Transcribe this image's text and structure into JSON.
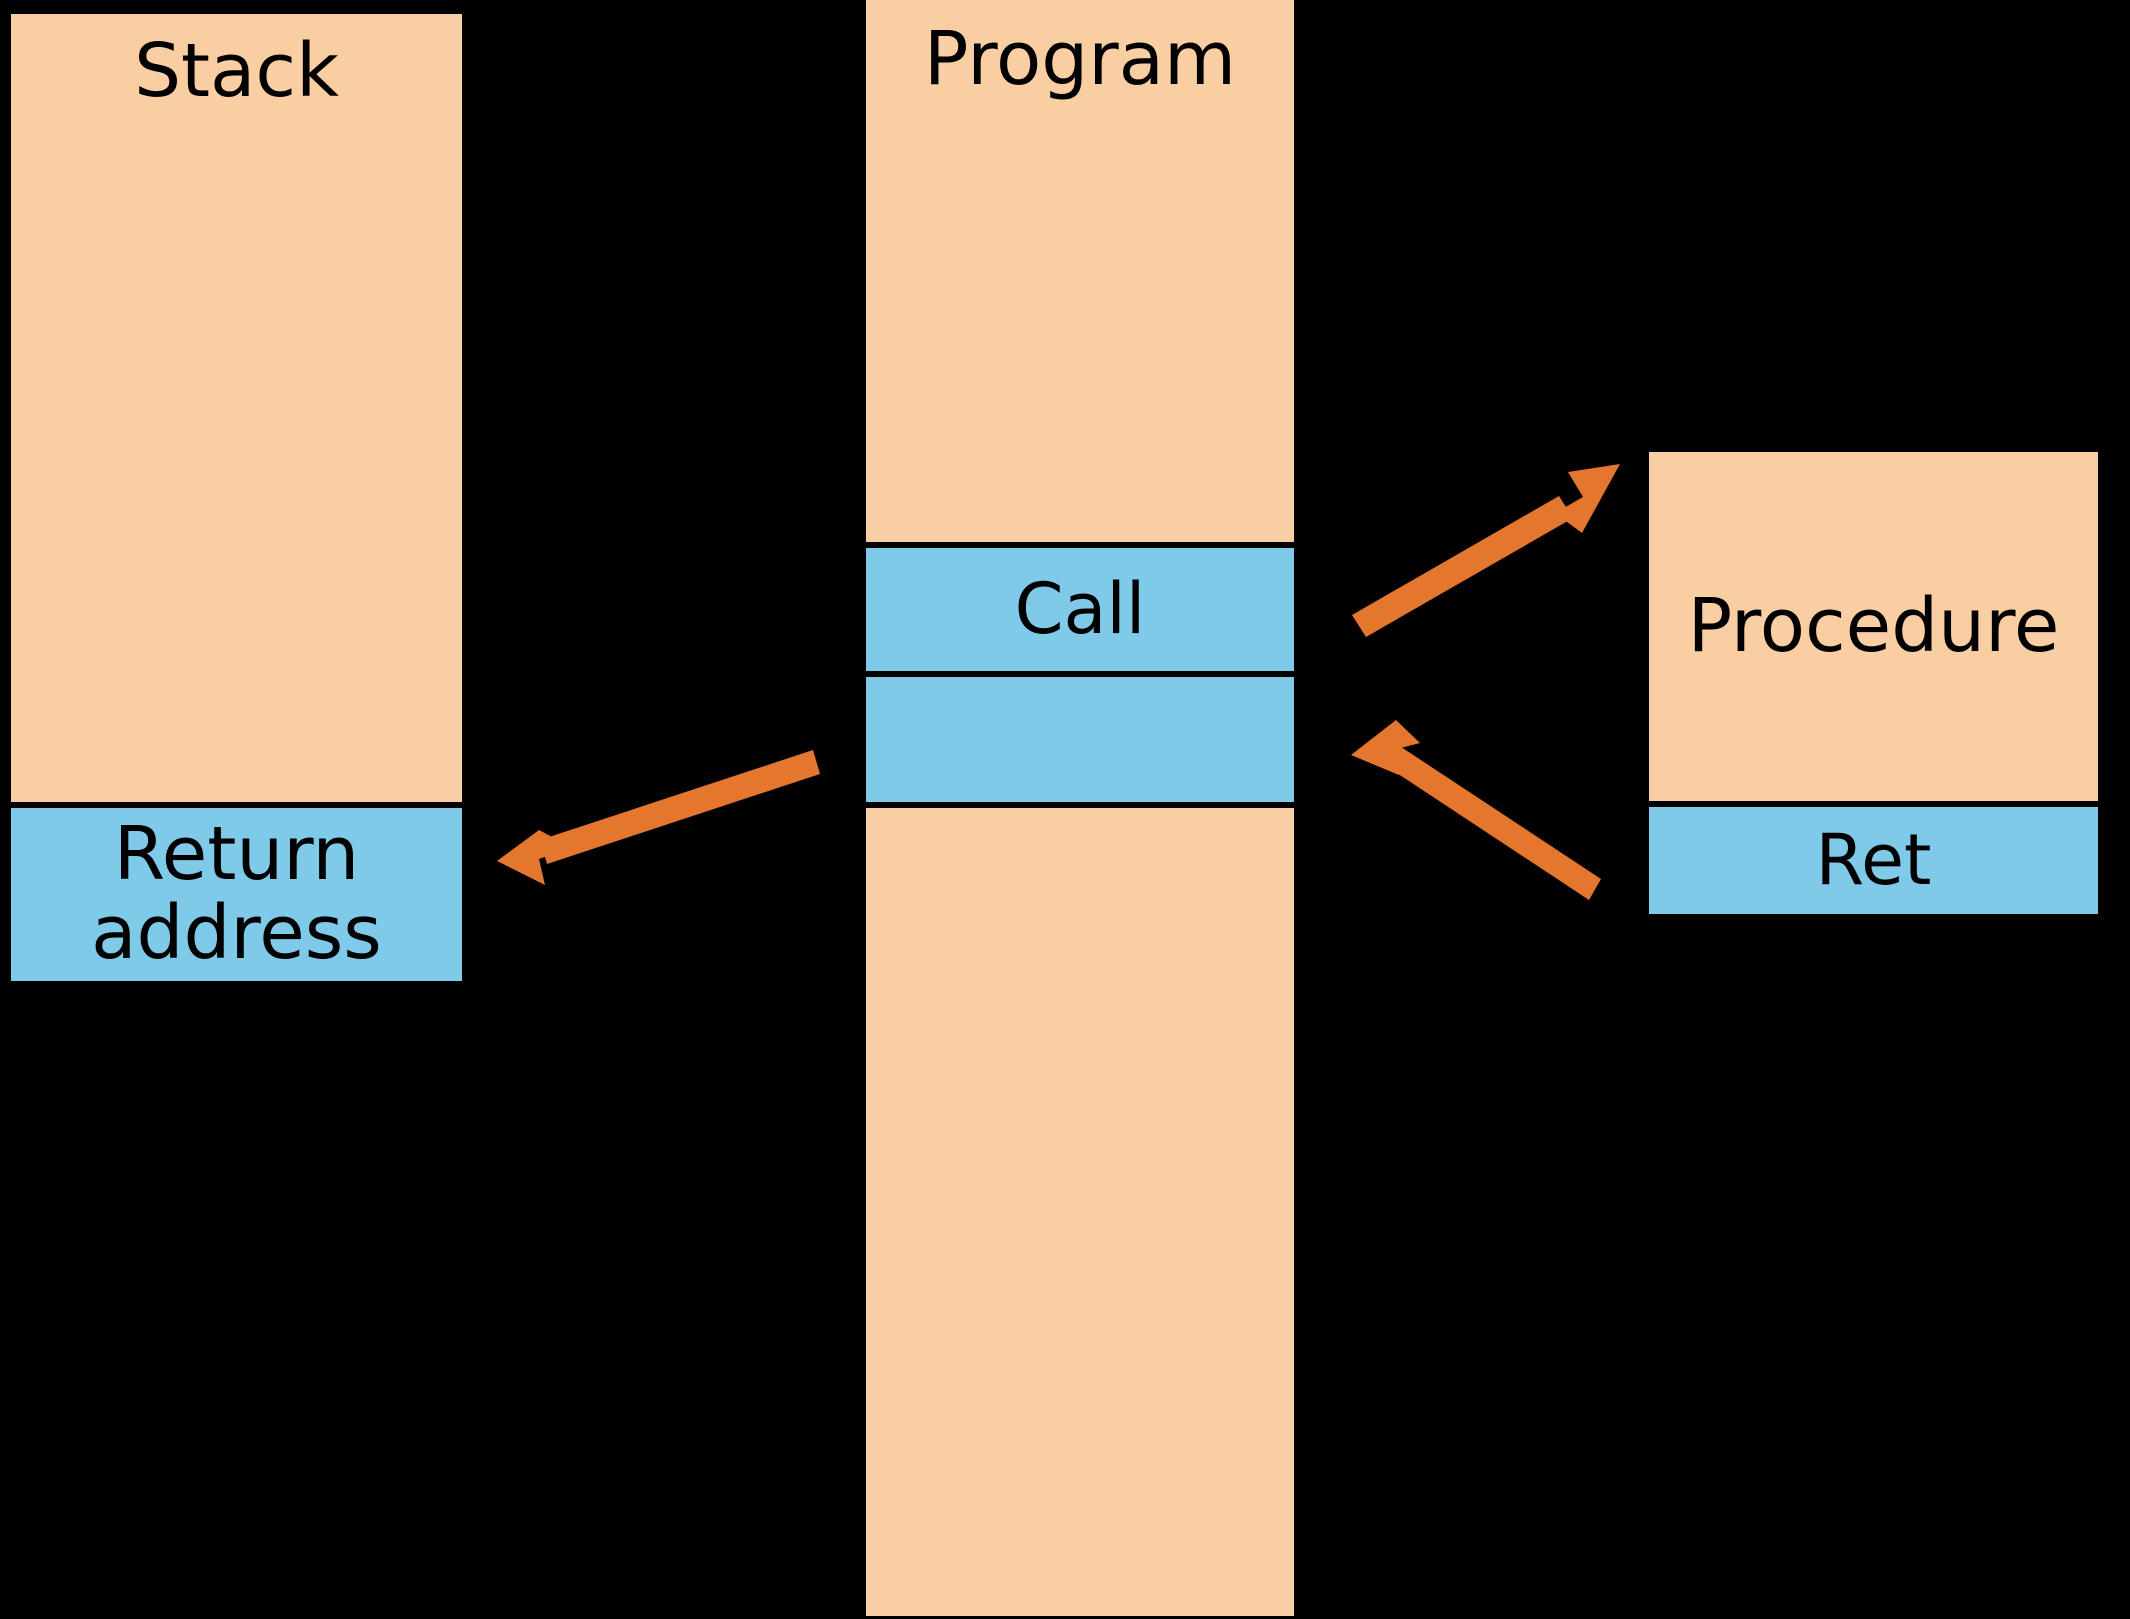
{
  "diagram": {
    "title_semantics": "procedure-call-and-return-diagram",
    "colors": {
      "background": "#000000",
      "block_fill": "#F9CEA3",
      "highlight_fill": "#7FCAE8",
      "outline": "#000000",
      "arrow": "#E5762E"
    },
    "stack": {
      "title": "Stack",
      "return_slot": "Return\naddress"
    },
    "program": {
      "title": "Program",
      "call_instruction": "Call",
      "following_instruction": ""
    },
    "procedure": {
      "title": "Procedure",
      "ret_instruction": "Ret"
    },
    "arrows": [
      {
        "name": "call-to-procedure-arrow",
        "from": "Call",
        "to": "Procedure",
        "color": "#E5762E"
      },
      {
        "name": "ret-to-program-arrow",
        "from": "Ret",
        "to": "Program",
        "color": "#E5762E"
      },
      {
        "name": "push-return-address-arrow",
        "from": "Program",
        "to": "Return address",
        "color": "#E5762E"
      }
    ]
  }
}
